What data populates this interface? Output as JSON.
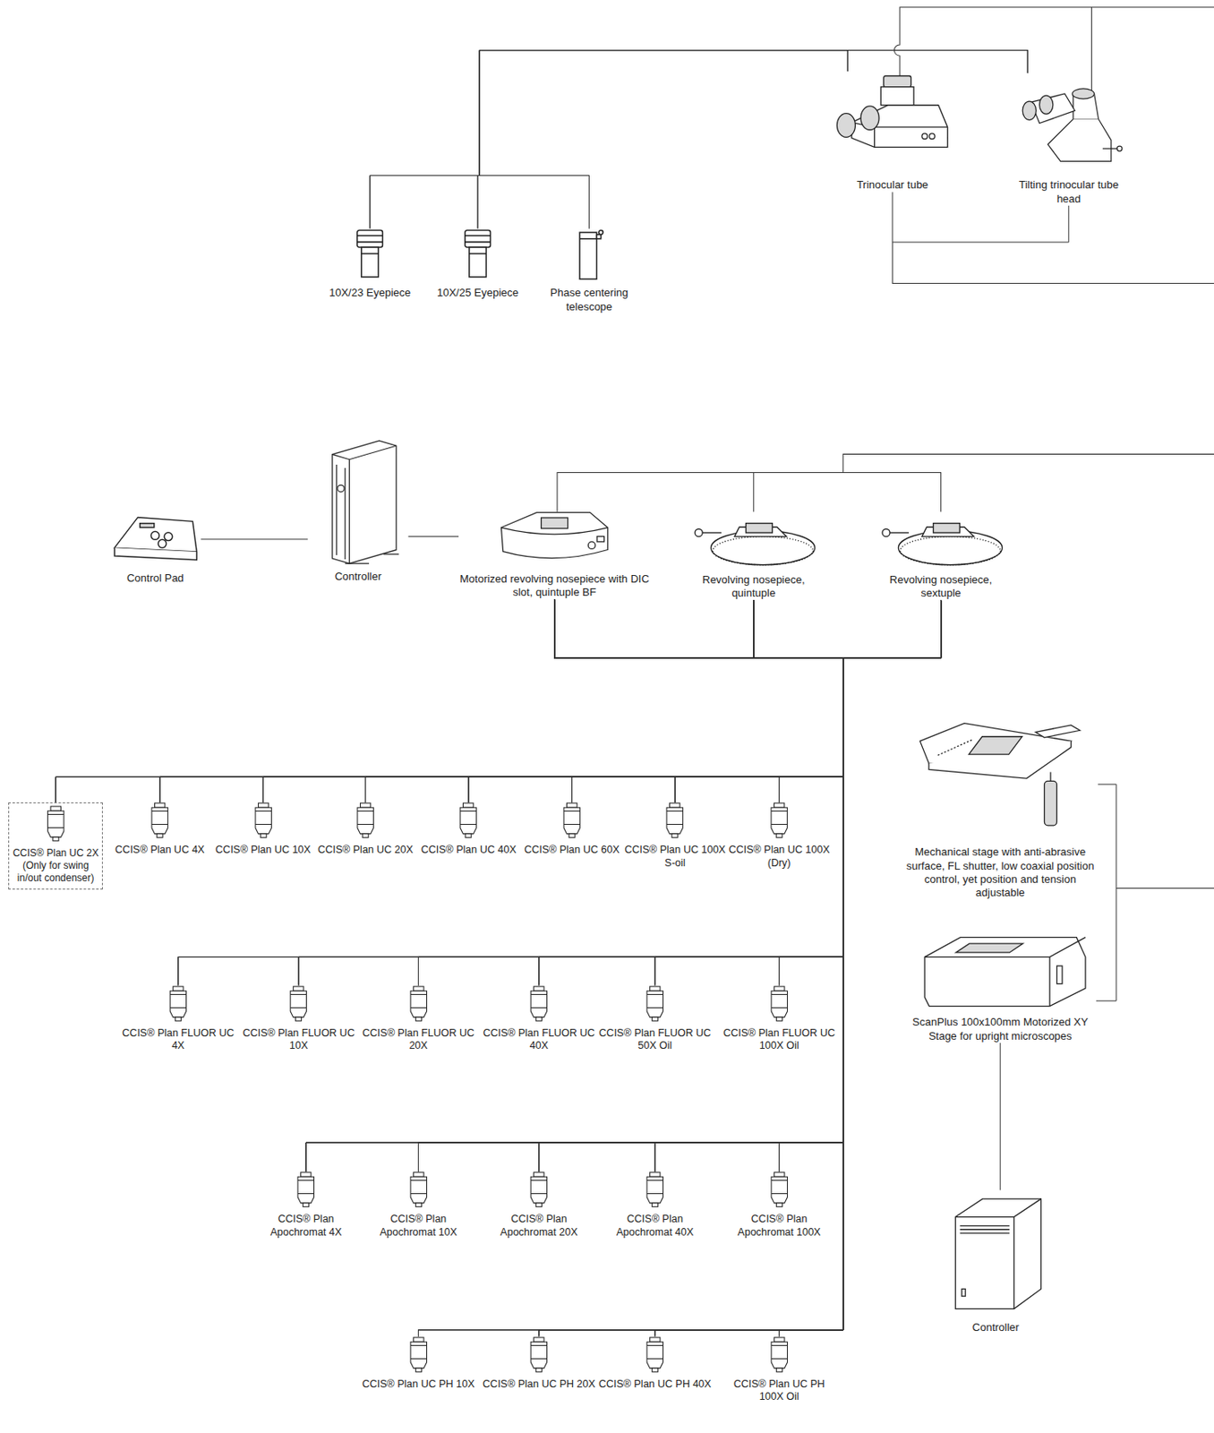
{
  "diagram": {
    "nodes": [
      {
        "text": [
          "Trinocular tube"
        ]
      },
      {
        "text": [
          "Tilting trinocular tube head"
        ]
      },
      {
        "text": [
          "10X/23 Eyepiece"
        ]
      },
      {
        "text": [
          "10X/25 Eyepiece"
        ]
      },
      {
        "text": [
          "Phase centering telescope"
        ]
      },
      {
        "text": [
          "Control Pad"
        ]
      },
      {
        "text": [
          "Controller"
        ]
      },
      {
        "text": [
          "Motorized revolving nosepiece with DIC slot, quintuple BF"
        ]
      },
      {
        "text": [
          "Revolving nosepiece, quintuple"
        ]
      },
      {
        "text": [
          "Revolving nosepiece, sextuple"
        ]
      },
      {
        "text": [
          "CCIS® Plan UC 2X (Only for swing in/out condenser)"
        ]
      },
      {
        "text": [
          "CCIS® Plan UC 4X"
        ]
      },
      {
        "text": [
          "CCIS® Plan UC 10X"
        ]
      },
      {
        "text": [
          "CCIS® Plan UC 20X"
        ]
      },
      {
        "text": [
          "CCIS® Plan UC 40X"
        ]
      },
      {
        "text": [
          "CCIS® Plan UC 60X"
        ]
      },
      {
        "text": [
          "CCIS® Plan UC 100X S-oil"
        ]
      },
      {
        "text": [
          "CCIS® Plan UC 100X (Dry)"
        ]
      },
      {
        "text": [
          "CCIS® Plan FLUOR UC 4X"
        ]
      },
      {
        "text": [
          "CCIS® Plan FLUOR UC 10X"
        ]
      },
      {
        "text": [
          "CCIS® Plan FLUOR UC 20X"
        ]
      },
      {
        "text": [
          "CCIS® Plan FLUOR UC 40X"
        ]
      },
      {
        "text": [
          "CCIS® Plan FLUOR UC 50X Oil"
        ]
      },
      {
        "text": [
          "CCIS® Plan FLUOR UC 100X Oil"
        ]
      },
      {
        "text": [
          "CCIS® Plan Apochromat 4X"
        ]
      },
      {
        "text": [
          "CCIS® Plan Apochromat 10X"
        ]
      },
      {
        "text": [
          "CCIS® Plan Apochromat 20X"
        ]
      },
      {
        "text": [
          "CCIS® Plan Apochromat 40X"
        ]
      },
      {
        "text": [
          "CCIS® Plan Apochromat 100X"
        ]
      },
      {
        "text": [
          "CCIS® Plan UC PH 10X"
        ]
      },
      {
        "text": [
          "CCIS® Plan UC PH 20X"
        ]
      },
      {
        "text": [
          "CCIS® Plan UC PH 40X"
        ]
      },
      {
        "text": [
          "CCIS® Plan UC PH 100X Oil"
        ]
      },
      {
        "text": [
          "Mechanical stage with anti-abrasive surface, FL shutter, low coaxial position control, yet position and tension adjustable"
        ]
      },
      {
        "text": [
          "ScanPlus 100x100mm Motorized XY Stage for upright microscopes"
        ]
      },
      {
        "text": [
          "Controller"
        ]
      }
    ],
    "edges": [
      {
        "from": 2,
        "to": 0,
        "arrow": "none"
      },
      {
        "from": 2,
        "to": 1,
        "arrow": "none"
      },
      {
        "from": 3,
        "to": 0,
        "arrow": "none"
      },
      {
        "from": 3,
        "to": 1,
        "arrow": "none"
      },
      {
        "from": 4,
        "to": 0,
        "arrow": "none"
      },
      {
        "from": 4,
        "to": 1,
        "arrow": "none"
      },
      {
        "from": 0,
        "to": 1,
        "arrow": "none"
      },
      {
        "from": 5,
        "to": 6,
        "arrow": "none"
      },
      {
        "from": 6,
        "to": 7,
        "arrow": "none"
      },
      {
        "from": 7,
        "to": 10,
        "arrow": "none"
      },
      {
        "from": 7,
        "to": 11,
        "arrow": "none"
      },
      {
        "from": 7,
        "to": 12,
        "arrow": "none"
      },
      {
        "from": 7,
        "to": 13,
        "arrow": "none"
      },
      {
        "from": 7,
        "to": 14,
        "arrow": "none"
      },
      {
        "from": 7,
        "to": 15,
        "arrow": "none"
      },
      {
        "from": 7,
        "to": 16,
        "arrow": "none"
      },
      {
        "from": 7,
        "to": 17,
        "arrow": "none"
      },
      {
        "from": 7,
        "to": 18,
        "arrow": "none"
      },
      {
        "from": 7,
        "to": 19,
        "arrow": "none"
      },
      {
        "from": 7,
        "to": 20,
        "arrow": "none"
      },
      {
        "from": 7,
        "to": 21,
        "arrow": "none"
      },
      {
        "from": 7,
        "to": 22,
        "arrow": "none"
      },
      {
        "from": 7,
        "to": 23,
        "arrow": "none"
      },
      {
        "from": 7,
        "to": 24,
        "arrow": "none"
      },
      {
        "from": 7,
        "to": 25,
        "arrow": "none"
      },
      {
        "from": 7,
        "to": 26,
        "arrow": "none"
      },
      {
        "from": 7,
        "to": 27,
        "arrow": "none"
      },
      {
        "from": 7,
        "to": 28,
        "arrow": "none"
      },
      {
        "from": 7,
        "to": 29,
        "arrow": "none"
      },
      {
        "from": 7,
        "to": 30,
        "arrow": "none"
      },
      {
        "from": 7,
        "to": 31,
        "arrow": "none"
      },
      {
        "from": 7,
        "to": 32,
        "arrow": "none"
      },
      {
        "from": 8,
        "to": 10,
        "arrow": "none"
      },
      {
        "from": 8,
        "to": 11,
        "arrow": "none"
      },
      {
        "from": 8,
        "to": 12,
        "arrow": "none"
      },
      {
        "from": 8,
        "to": 13,
        "arrow": "none"
      },
      {
        "from": 8,
        "to": 14,
        "arrow": "none"
      },
      {
        "from": 8,
        "to": 15,
        "arrow": "none"
      },
      {
        "from": 8,
        "to": 16,
        "arrow": "none"
      },
      {
        "from": 8,
        "to": 17,
        "arrow": "none"
      },
      {
        "from": 8,
        "to": 18,
        "arrow": "none"
      },
      {
        "from": 8,
        "to": 19,
        "arrow": "none"
      },
      {
        "from": 8,
        "to": 20,
        "arrow": "none"
      },
      {
        "from": 8,
        "to": 21,
        "arrow": "none"
      },
      {
        "from": 8,
        "to": 22,
        "arrow": "none"
      },
      {
        "from": 8,
        "to": 23,
        "arrow": "none"
      },
      {
        "from": 8,
        "to": 24,
        "arrow": "none"
      },
      {
        "from": 8,
        "to": 25,
        "arrow": "none"
      },
      {
        "from": 8,
        "to": 26,
        "arrow": "none"
      },
      {
        "from": 8,
        "to": 27,
        "arrow": "none"
      },
      {
        "from": 8,
        "to": 28,
        "arrow": "none"
      },
      {
        "from": 8,
        "to": 29,
        "arrow": "none"
      },
      {
        "from": 8,
        "to": 30,
        "arrow": "none"
      },
      {
        "from": 8,
        "to": 31,
        "arrow": "none"
      },
      {
        "from": 8,
        "to": 32,
        "arrow": "none"
      },
      {
        "from": 9,
        "to": 10,
        "arrow": "none"
      },
      {
        "from": 9,
        "to": 11,
        "arrow": "none"
      },
      {
        "from": 9,
        "to": 12,
        "arrow": "none"
      },
      {
        "from": 9,
        "to": 13,
        "arrow": "none"
      },
      {
        "from": 9,
        "to": 14,
        "arrow": "none"
      },
      {
        "from": 9,
        "to": 15,
        "arrow": "none"
      },
      {
        "from": 9,
        "to": 16,
        "arrow": "none"
      },
      {
        "from": 9,
        "to": 17,
        "arrow": "none"
      },
      {
        "from": 9,
        "to": 18,
        "arrow": "none"
      },
      {
        "from": 9,
        "to": 19,
        "arrow": "none"
      },
      {
        "from": 9,
        "to": 20,
        "arrow": "none"
      },
      {
        "from": 9,
        "to": 21,
        "arrow": "none"
      },
      {
        "from": 9,
        "to": 22,
        "arrow": "none"
      },
      {
        "from": 9,
        "to": 23,
        "arrow": "none"
      },
      {
        "from": 9,
        "to": 24,
        "arrow": "none"
      },
      {
        "from": 9,
        "to": 25,
        "arrow": "none"
      },
      {
        "from": 9,
        "to": 26,
        "arrow": "none"
      },
      {
        "from": 9,
        "to": 27,
        "arrow": "none"
      },
      {
        "from": 9,
        "to": 28,
        "arrow": "none"
      },
      {
        "from": 9,
        "to": 29,
        "arrow": "none"
      },
      {
        "from": 9,
        "to": 30,
        "arrow": "none"
      },
      {
        "from": 9,
        "to": 31,
        "arrow": "none"
      },
      {
        "from": 9,
        "to": 32,
        "arrow": "none"
      },
      {
        "from": 33,
        "to": 34,
        "arrow": "none"
      },
      {
        "from": 34,
        "to": 35,
        "arrow": "none"
      }
    ]
  }
}
